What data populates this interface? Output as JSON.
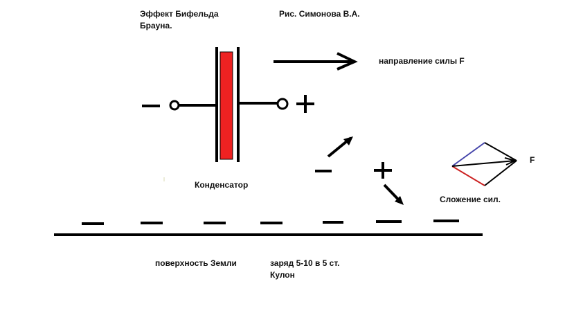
{
  "title_line1": "Эффект Бифельда",
  "title_line2": "Брауна.",
  "author": "Рис. Симонова В.А.",
  "force_direction": "направление  силы F",
  "capacitor": "Конденсатор",
  "force_label": "F",
  "force_sum": "Сложение сил.",
  "earth_surface": "поверхность Земли",
  "charge_line1": "заряд 5-10 в 5 ст.",
  "charge_line2": "Кулон",
  "colors": {
    "plate_fill": "#ee2222",
    "ink": "#000000",
    "vector_blue": "#4444aa",
    "vector_red": "#cc2222"
  }
}
